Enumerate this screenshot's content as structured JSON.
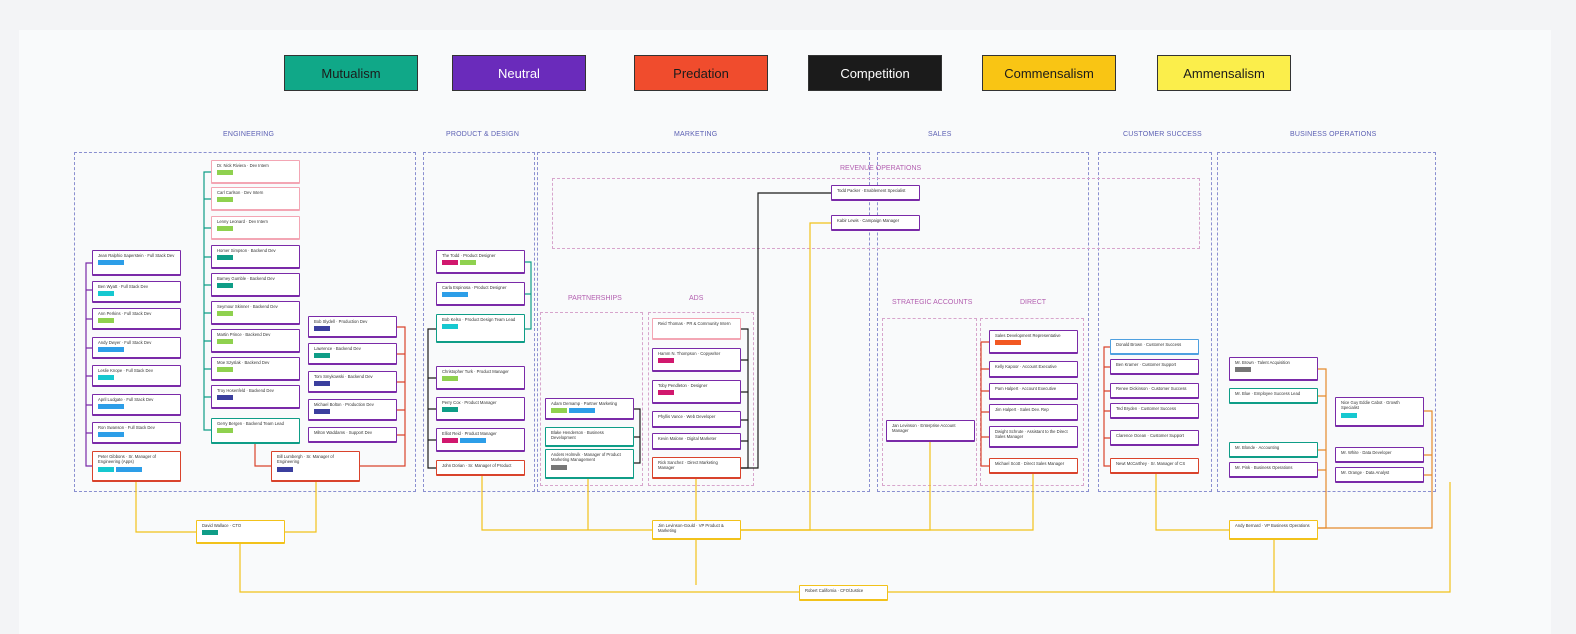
{
  "colors": {
    "mutualism": "#10a888",
    "neutral": "#6a2bbb",
    "predation": "#f04c2d",
    "competition": "#1b1b1b",
    "commensalism": "#f9c514",
    "amensalism": "#fbee4b",
    "teal": "#0f9d87",
    "purple": "#7a2aa8",
    "red": "#d9432c",
    "pink": "#f3a6b4",
    "yellow": "#f2c21b",
    "orange": "#e58a2c",
    "green": "#8fd14f",
    "sky": "#2d9ee8",
    "cyan": "#16c8d0",
    "navy": "#3b3f9e",
    "magenta": "#d1186e",
    "grey": "#777777",
    "darkred": "#c0392b",
    "orangered": "#f25822"
  },
  "legend": [
    {
      "label": "Mutualism",
      "bg": "#10a888",
      "fg": "#1b1b1b"
    },
    {
      "label": "Neutral",
      "bg": "#6a2bbb",
      "fg": "#ffffff"
    },
    {
      "label": "Predation",
      "bg": "#f04c2d",
      "fg": "#1b1b1b"
    },
    {
      "label": "Competition",
      "bg": "#1b1b1b",
      "fg": "#ffffff"
    },
    {
      "label": "Commensalism",
      "bg": "#f9c514",
      "fg": "#1b1b1b"
    },
    {
      "label": "Ammensalism",
      "bg": "#fbee4b",
      "fg": "#1b1b1b"
    }
  ],
  "departments": [
    "ENGINEERING",
    "PRODUCT & DESIGN",
    "MARKETING",
    "SALES",
    "CUSTOMER SUCCESS",
    "BUSINESS OPERATIONS"
  ],
  "subgroups": [
    "REVENUE OPERATIONS",
    "PARTNERSHIPS",
    "ADS",
    "STRATEGIC ACCOUNTS",
    "DIRECT"
  ],
  "cards": [
    {
      "id": "e1",
      "text": "Jean Ralphio Saperstein · Full Stack Dev",
      "tags": [
        "sky"
      ]
    },
    {
      "id": "e2",
      "text": "Ben Wyatt · Full Stack Dev",
      "tags": [
        "cyan"
      ]
    },
    {
      "id": "e3",
      "text": "Ann Perkins · Full Stack Dev",
      "tags": [
        "green"
      ]
    },
    {
      "id": "e4",
      "text": "Andy Dwyer · Full Stack Dev",
      "tags": [
        "sky"
      ]
    },
    {
      "id": "e5",
      "text": "Leslie Knope · Full Stack Dev",
      "tags": [
        "cyan"
      ]
    },
    {
      "id": "e6",
      "text": "April Ludgate · Full Stack Dev",
      "tags": [
        "sky"
      ]
    },
    {
      "id": "e7",
      "text": "Ron Swanson · Full Stack Dev",
      "tags": [
        "sky"
      ]
    },
    {
      "id": "e8",
      "text": "Peter Gibbons · Sr. Manager of Engineering (Apps)",
      "tags": [
        "cyan",
        "sky"
      ]
    },
    {
      "id": "i1",
      "text": "Dr. Nick Riviera · Dev Intern",
      "tags": [
        "green"
      ]
    },
    {
      "id": "i2",
      "text": "Carl Carlson · Dev Intern",
      "tags": [
        "green"
      ]
    },
    {
      "id": "i3",
      "text": "Lenny Leonard · Dev Intern",
      "tags": [
        "green"
      ]
    },
    {
      "id": "b1",
      "text": "Homer Simpson · Backend Dev",
      "tags": [
        "teal"
      ]
    },
    {
      "id": "b2",
      "text": "Barney Gumble · Backend Dev",
      "tags": [
        "teal"
      ]
    },
    {
      "id": "b3",
      "text": "Seymour Skinner · Backend Dev",
      "tags": [
        "green"
      ]
    },
    {
      "id": "b4",
      "text": "Martin Prince · Backend Dev",
      "tags": [
        "green"
      ]
    },
    {
      "id": "b5",
      "text": "Moe Szyslak · Backend Dev",
      "tags": [
        "green"
      ]
    },
    {
      "id": "b6",
      "text": "Troy Hosenfeld · Backend Dev",
      "tags": [
        "navy"
      ]
    },
    {
      "id": "b7",
      "text": "Gerry Bergen · Backend Team Lead",
      "tags": [
        "green"
      ]
    },
    {
      "id": "p1",
      "text": "Bob Slydell · Production Dev",
      "tags": [
        "navy"
      ]
    },
    {
      "id": "p2",
      "text": "Lawrence · Backend Dev",
      "tags": [
        "teal"
      ]
    },
    {
      "id": "p3",
      "text": "Tom Smykowski · Backend Dev",
      "tags": [
        "navy"
      ]
    },
    {
      "id": "p4",
      "text": "Michael Bolton · Production Dev",
      "tags": [
        "navy"
      ]
    },
    {
      "id": "p5",
      "text": "Milton Waddams · Support Dev",
      "tags": []
    },
    {
      "id": "bl",
      "text": "Bill Lumbergh · Sr. Manager of Engineering",
      "tags": [
        "navy"
      ]
    },
    {
      "id": "d1",
      "text": "The Todd · Product Designer",
      "tags": [
        "magenta",
        "green"
      ]
    },
    {
      "id": "d2",
      "text": "Carla Espinosa · Product Designer",
      "tags": [
        "sky"
      ]
    },
    {
      "id": "d3",
      "text": "Bob Kelso · Product Design Team Lead",
      "tags": [
        "cyan"
      ]
    },
    {
      "id": "d4",
      "text": "Christopher Turk · Product Manager",
      "tags": [
        "green"
      ]
    },
    {
      "id": "d5",
      "text": "Perry Cox · Product Manager",
      "tags": [
        "teal"
      ]
    },
    {
      "id": "d6",
      "text": "Elliot Reid · Product Manager",
      "tags": [
        "magenta",
        "sky"
      ]
    },
    {
      "id": "d7",
      "text": "John Dorian · Sr. Manager of Product",
      "tags": []
    },
    {
      "id": "rv1",
      "text": "Todd Packer · Enablement Specialist",
      "tags": []
    },
    {
      "id": "rv2",
      "text": "Kabir Lewis · Campaign Manager",
      "tags": []
    },
    {
      "id": "pt1",
      "text": "Adam Demamp · Partner Marketing",
      "tags": [
        "green",
        "sky"
      ]
    },
    {
      "id": "pt2",
      "text": "Blake Henderson · Business Development",
      "tags": []
    },
    {
      "id": "pt3",
      "text": "Anders Holmvik · Manager of Product Marketing Management",
      "tags": [
        "grey"
      ]
    },
    {
      "id": "a1",
      "text": "Reid Thomas · PR & Community Intern",
      "tags": []
    },
    {
      "id": "a2",
      "text": "Hamm N. Thompson · Copywriter",
      "tags": [
        "magenta"
      ]
    },
    {
      "id": "a3",
      "text": "Toby Pendleton · Designer",
      "tags": [
        "magenta"
      ]
    },
    {
      "id": "a4",
      "text": "Phyllis Vance · Web Developer",
      "tags": []
    },
    {
      "id": "a5",
      "text": "Kevin Malone · Digital Marketer",
      "tags": []
    },
    {
      "id": "a6",
      "text": "Rick Sanchez · Direct Marketing Manager",
      "tags": []
    },
    {
      "id": "sa1",
      "text": "Jan Levinson · Enterprise Account Manager",
      "tags": []
    },
    {
      "id": "s1",
      "text": "Sales Development Representative",
      "tags": [
        "orangered"
      ]
    },
    {
      "id": "s2",
      "text": "Kelly Kapoor · Account Executive",
      "tags": []
    },
    {
      "id": "s3",
      "text": "Pam Halpert · Account Executive",
      "tags": []
    },
    {
      "id": "s4",
      "text": "Jim Halpert · Sales Dev. Rep",
      "tags": []
    },
    {
      "id": "s5",
      "text": "Dwight Schrute · Assistant to the Direct Sales Manager",
      "tags": []
    },
    {
      "id": "s6",
      "text": "Michael Scott · Direct Sales Manager",
      "tags": []
    },
    {
      "id": "cs1",
      "text": "Donald Brown · Customer Success",
      "tags": []
    },
    {
      "id": "cs2",
      "text": "Ben Kramer · Customer Support",
      "tags": []
    },
    {
      "id": "cs3",
      "text": "Renee Dickinson · Customer Success",
      "tags": []
    },
    {
      "id": "cs4",
      "text": "Ted Bryden · Customer Success",
      "tags": []
    },
    {
      "id": "cs5",
      "text": "Clarence Ocean · Customer Support",
      "tags": []
    },
    {
      "id": "cs6",
      "text": "Newt McCarthey · Sr. Manager of CS",
      "tags": []
    },
    {
      "id": "o1",
      "text": "Mr. Brown · Talent Acquisition",
      "tags": [
        "grey"
      ]
    },
    {
      "id": "o2",
      "text": "Mr. Blue · Employee Success Lead",
      "tags": []
    },
    {
      "id": "o3",
      "text": "Mr. Blonde · Accounting",
      "tags": []
    },
    {
      "id": "o4",
      "text": "Mr. Pink · Business Operations",
      "tags": []
    },
    {
      "id": "o5",
      "text": "Nice Guy Eddie Cabot · Growth Specialist",
      "tags": [
        "cyan"
      ]
    },
    {
      "id": "o6",
      "text": "Mr. White · Data Developer",
      "tags": []
    },
    {
      "id": "o7",
      "text": "Mr. Orange · Data Analyst",
      "tags": []
    },
    {
      "id": "m1",
      "text": "David Wallace · CTO",
      "tags": [
        "teal"
      ]
    },
    {
      "id": "m2",
      "text": "Jim Levinson-Gould · VP Product & Marketing",
      "tags": []
    },
    {
      "id": "m3",
      "text": "Andy Bernard · VP Business Operations",
      "tags": []
    },
    {
      "id": "m4",
      "text": "Robert California · CFO/Justice",
      "tags": []
    }
  ]
}
